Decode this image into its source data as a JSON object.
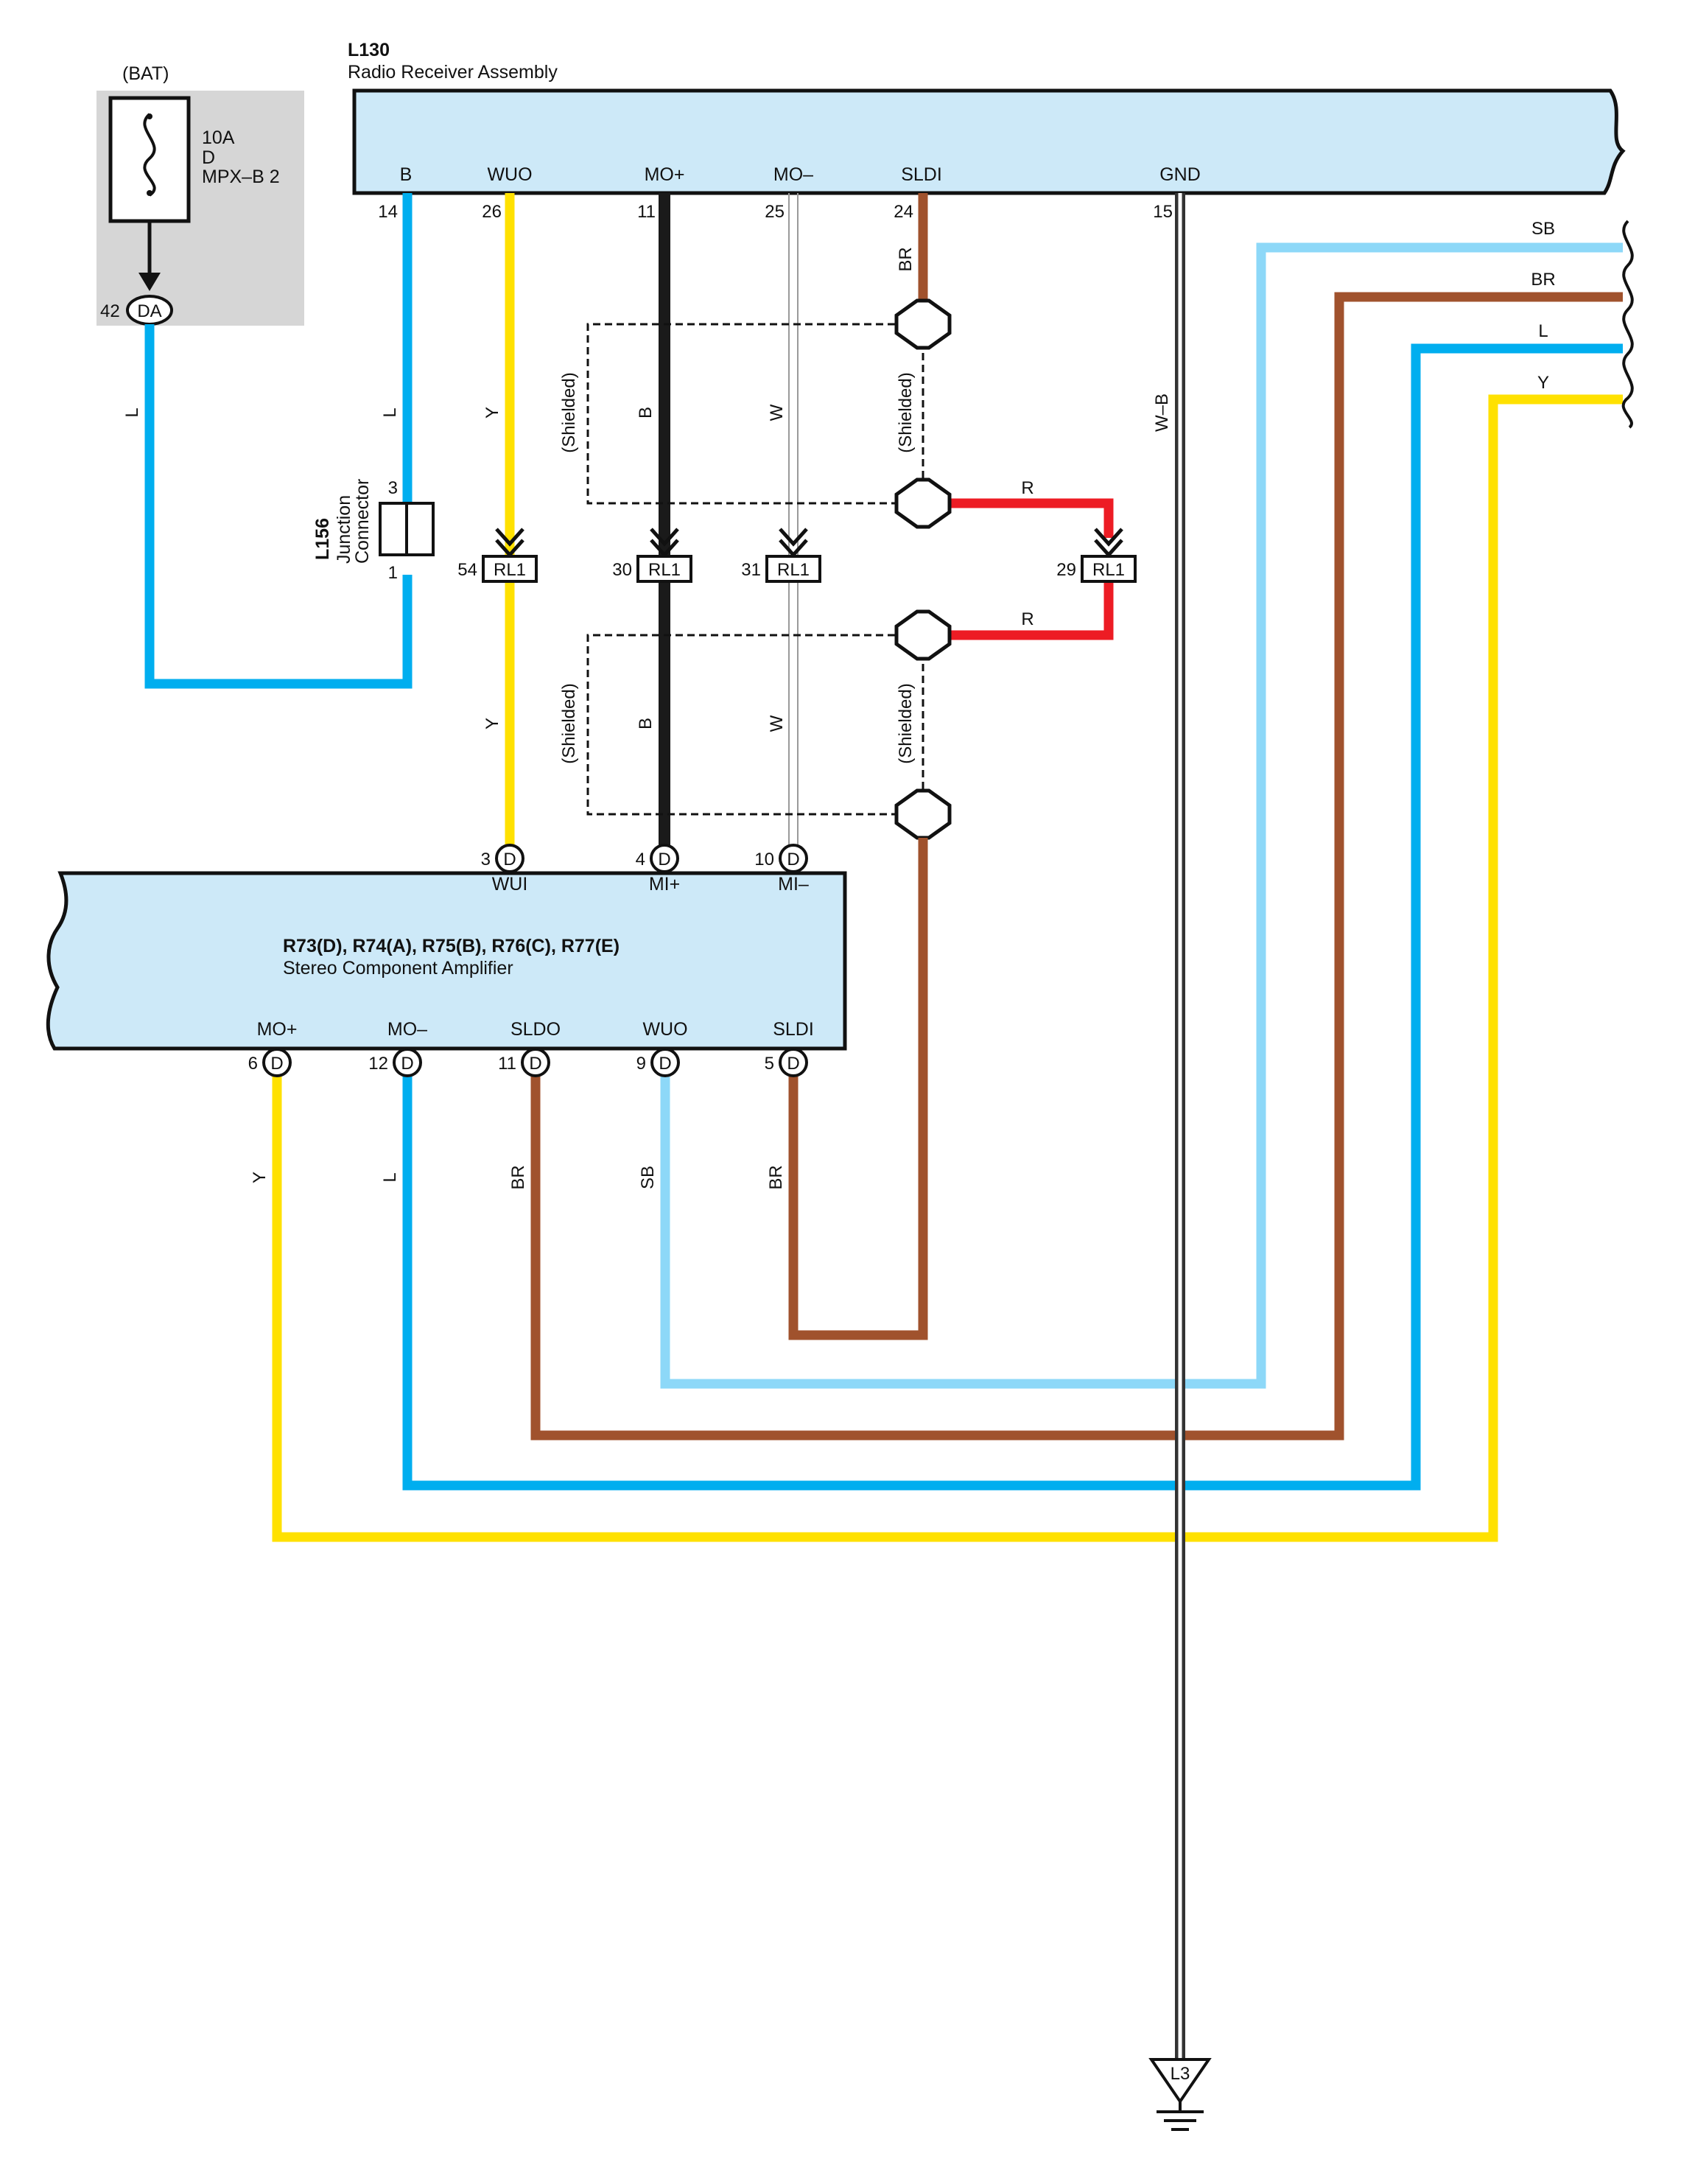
{
  "colors": {
    "L": "#00AEEF",
    "SB": "#8DD8F8",
    "BR": "#A0522D",
    "Y": "#FFE100",
    "B": "#1A1A1A",
    "R": "#ED1C24",
    "W": "#9A9A9A",
    "W-B": "#333333",
    "component_fill": "#CDE9F8",
    "fuse_box_fill": "#D6D6D6"
  },
  "fuse": {
    "source": "(BAT)",
    "rating": "10A",
    "code": "D",
    "name": "MPX–B 2",
    "pin": "42",
    "connector": "DA"
  },
  "receiver": {
    "id": "L130",
    "name": "Radio Receiver Assembly",
    "terminals": [
      {
        "label": "B",
        "pin": "14"
      },
      {
        "label": "WUO",
        "pin": "26"
      },
      {
        "label": "MO+",
        "pin": "11"
      },
      {
        "label": "MO–",
        "pin": "25"
      },
      {
        "label": "SLDI",
        "pin": "24"
      },
      {
        "label": "GND",
        "pin": "15"
      }
    ]
  },
  "junction": {
    "id": "L156",
    "name_line1": "Junction",
    "name_line2": "Connector",
    "pin_top": "3",
    "pin_bottom": "1"
  },
  "inline_connectors": [
    {
      "pin": "54",
      "name": "RL1"
    },
    {
      "pin": "30",
      "name": "RL1"
    },
    {
      "pin": "31",
      "name": "RL1"
    },
    {
      "pin": "29",
      "name": "RL1"
    }
  ],
  "shield_label": "(Shielded)",
  "amplifier": {
    "id": "R73(D), R74(A), R75(B), R76(C), R77(E)",
    "name": "Stereo Component Amplifier",
    "top_terminals": [
      {
        "label": "WUI",
        "pin": "3",
        "conn": "D"
      },
      {
        "label": "MI+",
        "pin": "4",
        "conn": "D"
      },
      {
        "label": "MI–",
        "pin": "10",
        "conn": "D"
      }
    ],
    "bottom_terminals": [
      {
        "label": "MO+",
        "pin": "6",
        "conn": "D"
      },
      {
        "label": "MO–",
        "pin": "12",
        "conn": "D"
      },
      {
        "label": "SLDO",
        "pin": "11",
        "conn": "D"
      },
      {
        "label": "WUO",
        "pin": "9",
        "conn": "D"
      },
      {
        "label": "SLDI",
        "pin": "5",
        "conn": "D"
      }
    ]
  },
  "wire_labels": {
    "fuse_to_junction": "L",
    "receiver_b": "L",
    "wuo_upper": "Y",
    "wuo_lower": "Y",
    "mo_plus_upper": "B",
    "mo_plus_lower": "B",
    "mo_minus_upper": "W",
    "mo_minus_lower": "W",
    "sldi": "BR",
    "red_upper": "R",
    "red_lower": "R",
    "gnd": "W–B",
    "amp_mo_plus": "Y",
    "amp_mo_minus": "L",
    "amp_sldo": "BR",
    "amp_wuo": "SB",
    "amp_sldi": "BR",
    "right_sb": "SB",
    "right_br": "BR",
    "right_l": "L",
    "right_y": "Y"
  },
  "ground": {
    "id": "L3"
  }
}
